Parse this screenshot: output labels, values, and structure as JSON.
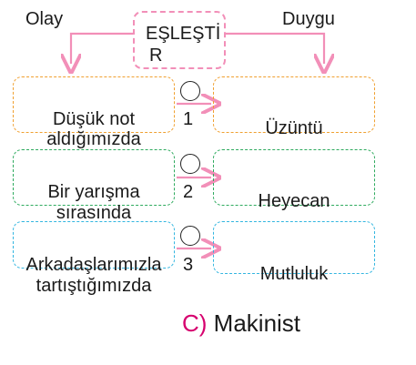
{
  "headers": {
    "left": "Olay",
    "right": "Duygu"
  },
  "title_box": {
    "line1": "EŞLEŞTİ",
    "line2": "R"
  },
  "events": [
    {
      "line1": "Düşük not",
      "line2": "aldığımızda",
      "number": "1",
      "color": "#f0a030"
    },
    {
      "line1": "Bir  yarışma",
      "line2": "sırasında",
      "number": "2",
      "color": "#2eaa5e"
    },
    {
      "line1": "Arkadaşlarımızla",
      "line2": "tartıştığımızda",
      "number": "3",
      "color": "#33b6e0"
    }
  ],
  "emotions": [
    {
      "label": "Üzüntü",
      "color": "#f0a030"
    },
    {
      "label": "Heyecan",
      "color": "#2eaa5e"
    },
    {
      "label": "Mutluluk",
      "color": "#33b6e0"
    }
  ],
  "answer": {
    "letter": "C)",
    "text": "Makinist",
    "letter_color": "#d6006e"
  },
  "accent_pink": "#f28fb8"
}
